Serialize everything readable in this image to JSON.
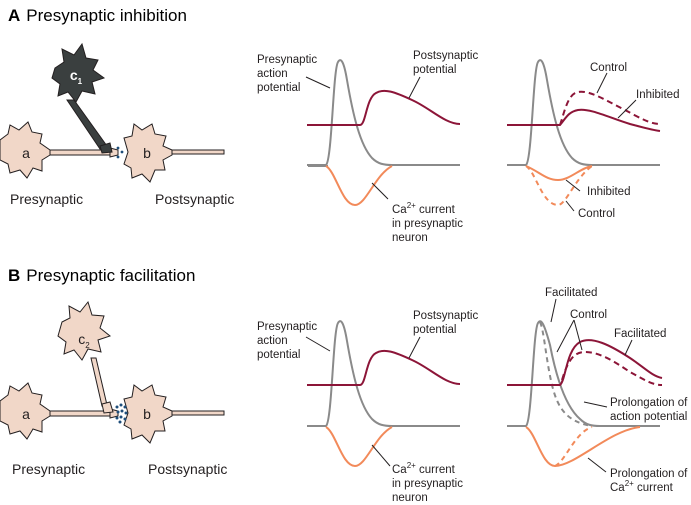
{
  "colors": {
    "postsynaptic": "#8c1538",
    "presynaptic_ap": "#8a8a8a",
    "calcium": "#f28a5a",
    "cell_fill": "#f1d7c8",
    "inhibitory_cell_fill": "#3a3f3f",
    "vesicle": "#1e4e7a"
  },
  "panelA": {
    "letter": "A",
    "title": "Presynaptic inhibition",
    "cells": {
      "a": "a",
      "b": "b",
      "c": "c",
      "c_sub": "1"
    },
    "captions": {
      "pre": "Presynaptic",
      "post": "Postsynaptic"
    },
    "plot1": {
      "ap_label": [
        "Presynaptic",
        "action",
        "potential"
      ],
      "psp_label": [
        "Postsynaptic",
        "potential"
      ],
      "ca_label": {
        "prefix": "Ca",
        "sup": "2+",
        "rest": " current",
        "line2": "in presynaptic",
        "line3": "neuron"
      }
    },
    "plot2": {
      "psp_control": "Control",
      "psp_inhibited": "Inhibited",
      "ca_inhibited": "Inhibited",
      "ca_control": "Control"
    }
  },
  "panelB": {
    "letter": "B",
    "title": "Presynaptic facilitation",
    "cells": {
      "a": "a",
      "b": "b",
      "c": "c",
      "c_sub": "2"
    },
    "captions": {
      "pre": "Presynaptic",
      "post": "Postsynaptic"
    },
    "plot1": {
      "ap_label": [
        "Presynaptic",
        "action",
        "potential"
      ],
      "psp_label": [
        "Postsynaptic",
        "potential"
      ],
      "ca_label": {
        "prefix": "Ca",
        "sup": "2+",
        "rest": " current",
        "line2": "in presynaptic",
        "line3": "neuron"
      }
    },
    "plot2": {
      "ap_facilitated": "Facilitated",
      "control": "Control",
      "psp_facilitated": "Facilitated",
      "ap_prolong": [
        "Prolongation of",
        "action potential"
      ],
      "ca_prolong": {
        "line1": "Prolongation of",
        "prefix": "Ca",
        "sup": "2+",
        "rest": " current"
      }
    }
  }
}
